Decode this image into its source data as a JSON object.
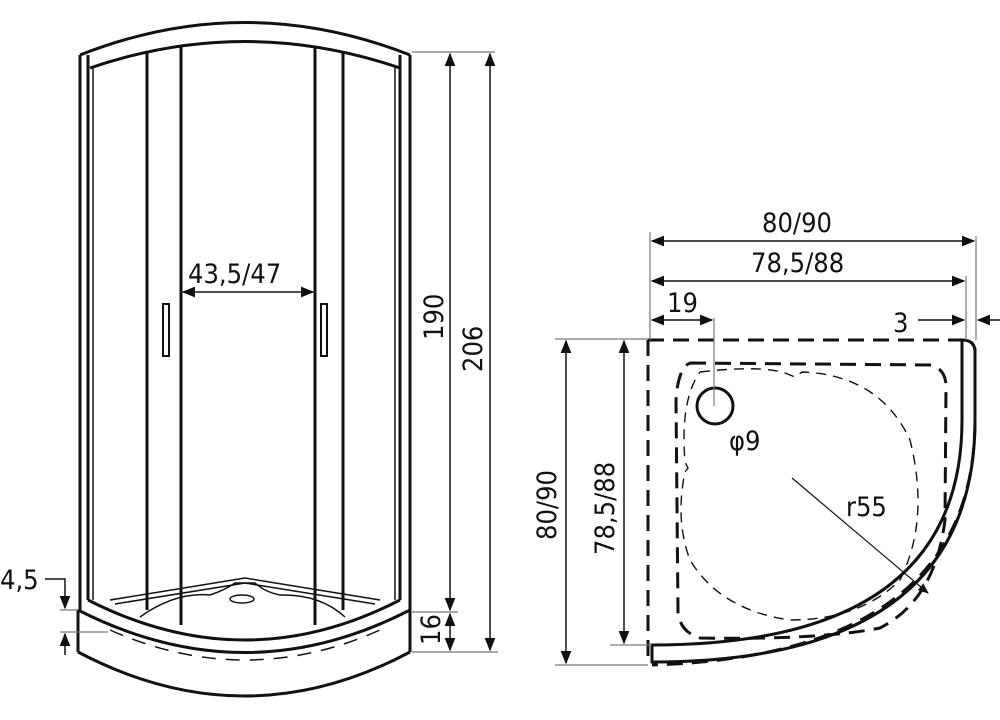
{
  "front_view": {
    "door_width_label": "43,5/47",
    "glass_height_label": "190",
    "total_height_label": "206",
    "tray_height_label": "16",
    "tray_step_label": "4,5"
  },
  "top_view": {
    "outer_width_label": "80/90",
    "inner_width_label": "78,5/88",
    "drain_offset_label": "19",
    "frame_gap_label": "3",
    "outer_depth_label": "80/90",
    "inner_depth_label": "78,5/88",
    "drain_diameter_label": "φ9",
    "radius_label": "r55"
  },
  "colors": {
    "line": "#111111",
    "dim": "#777777",
    "background": "#ffffff"
  }
}
